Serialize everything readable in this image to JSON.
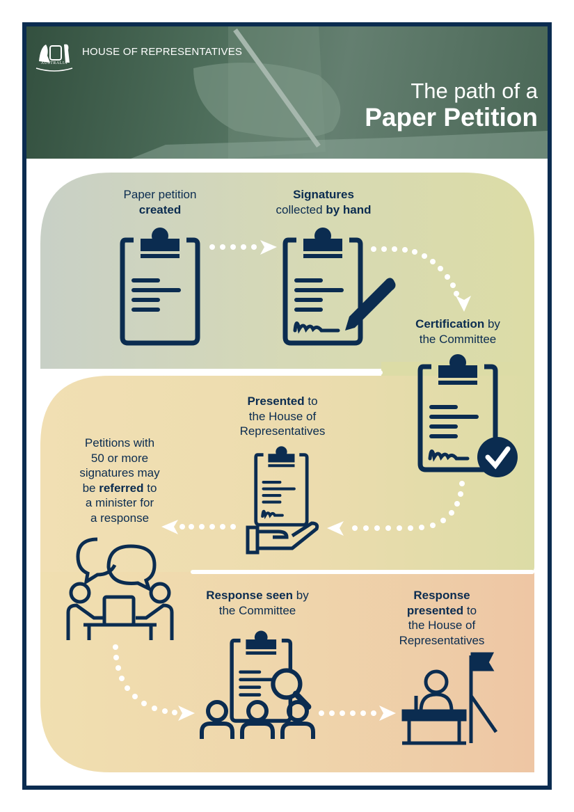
{
  "header": {
    "organisation": "HOUSE OF REPRESENTATIVES",
    "crest_text": "AUSTRALIA",
    "title_line1": "The path of a",
    "title_line2": "Paper Petition"
  },
  "steps": {
    "created": {
      "text1": "Paper petition",
      "bold1": "created"
    },
    "signatures": {
      "bold1": "Signatures",
      "text1": "collected ",
      "bold2": "by hand"
    },
    "certification": {
      "bold1": "Certification",
      "text1": " by",
      "text2": "the Committee"
    },
    "presented": {
      "bold1": "Presented",
      "text1": " to",
      "text2": "the House of",
      "text3": "Representatives"
    },
    "referred": {
      "l1": "Petitions with",
      "l2": "50 or more",
      "l3": "signatures may",
      "l4a": "be ",
      "l4b": "referred",
      "l4c": " to",
      "l5": "a minister for",
      "l6": "a response"
    },
    "response_seen": {
      "bold1": "Response seen",
      "text1": " by",
      "text2": "the Committee"
    },
    "response_presented": {
      "bold1": "Response",
      "bold2": "presented",
      "text1": " to",
      "text2": "the House of",
      "text3": "Representatives"
    }
  },
  "colors": {
    "navy": "#0b2c50",
    "green": "#dcdca6",
    "grey": "#c8d0c6",
    "tan": "#f0dfb2",
    "peach": "#eec8a6"
  }
}
